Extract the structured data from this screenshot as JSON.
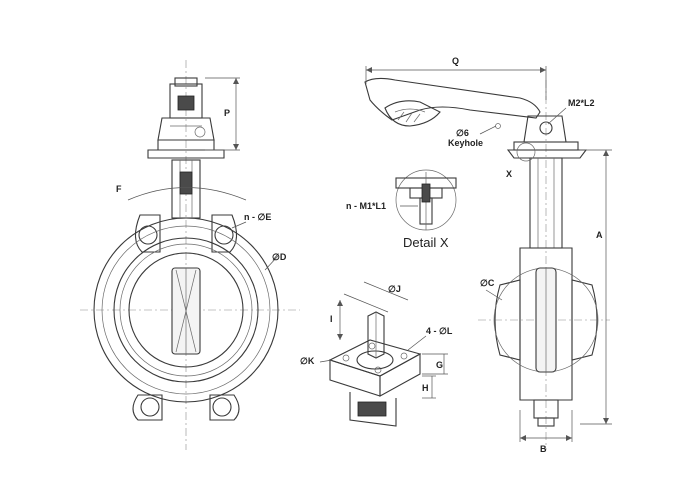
{
  "labels": {
    "F": "F",
    "nE": "n - ∅E",
    "D": "∅D",
    "P": "P",
    "Q": "Q",
    "M2L2": "M2*L2",
    "phi6": "∅6",
    "keyhole": "Keyhole",
    "X": "X",
    "M1L1": "n - M1*L1",
    "detail": "Detail X",
    "A": "A",
    "C": "∅C",
    "B": "B",
    "J": "∅J",
    "I": "I",
    "fourL": "4 - ∅L",
    "K": "∅K",
    "G": "G",
    "H": "H"
  }
}
